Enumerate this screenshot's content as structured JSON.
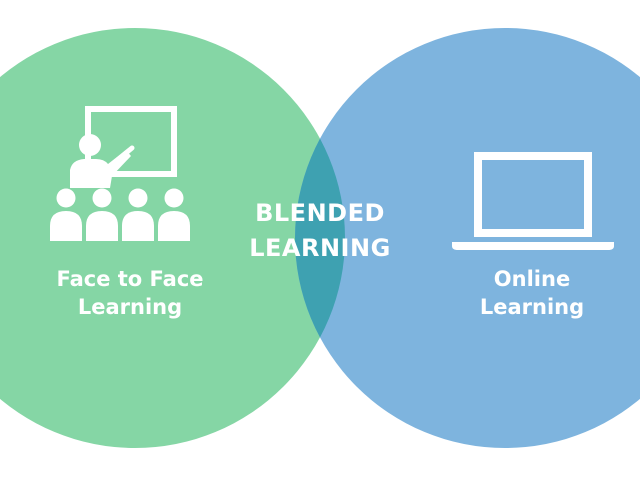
{
  "circles": {
    "left": {
      "color": "#85d6a5",
      "label_line1": "Face to Face",
      "label_line2": "Learning",
      "icon": "classroom-teacher-icon"
    },
    "right": {
      "color": "#7eb4de",
      "label_line1": "Online",
      "label_line2": "Learning",
      "icon": "laptop-icon"
    },
    "overlap": {
      "color": "#3ea1b1",
      "label_line1": "BLENDED",
      "label_line2": "LEARNING"
    }
  },
  "text_color": "#ffffff"
}
